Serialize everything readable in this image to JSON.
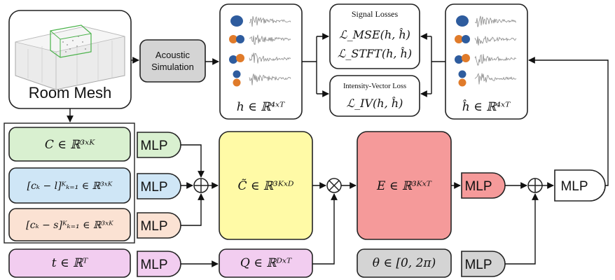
{
  "room_mesh": {
    "label": "Room Mesh"
  },
  "acoustic_sim": {
    "line1": "Acoustic",
    "line2": "Simulation"
  },
  "h_label": "h ∈ ℝ⁴ˣᵀ",
  "h_hat_label": "ĥ ∈ ℝ⁴ˣᵀ",
  "signal_losses": {
    "title": "Signal Losses",
    "mse": "ℒ_MSE(h, ĥ)",
    "stft": "ℒ_STFT(h, ĥ)"
  },
  "iv_loss": {
    "title": "Intensity-Vector Loss",
    "iv": "ℒ_IV(h, ĥ)"
  },
  "inputs": {
    "c": "C ∈ ℝ³ˣᴷ",
    "cl": "[cₖ − l]ᴷₖ₌₁ ∈ ℝ³ˣᴷ",
    "cs": "[cₖ − s]ᴷₖ₌₁ ∈ ℝ³ˣᴷ",
    "t": "t ∈ ℝᵀ"
  },
  "mlp_label": "MLP",
  "c_tilde": "C̃ ∈ ℝ³ᴷˣᴰ",
  "q": "Q ∈ ℝᴰˣᵀ",
  "e": "E ∈ ℝ³ᴷˣᵀ",
  "theta": "θ ∈ [0, 2π)",
  "colors": {
    "green": "#d9f0d0",
    "blue": "#cfe6f6",
    "peach": "#fbe2d3",
    "pink": "#f2cdf0",
    "yellow": "#fffaa6",
    "red": "#f59a9a",
    "gray": "#d4d4d4",
    "mesh_box": "#ffffff"
  },
  "icons": [
    "room-mesh-image",
    "waveform-plot",
    "dipole-sphere-icon",
    "plus-circle-icon",
    "times-circle-icon"
  ]
}
